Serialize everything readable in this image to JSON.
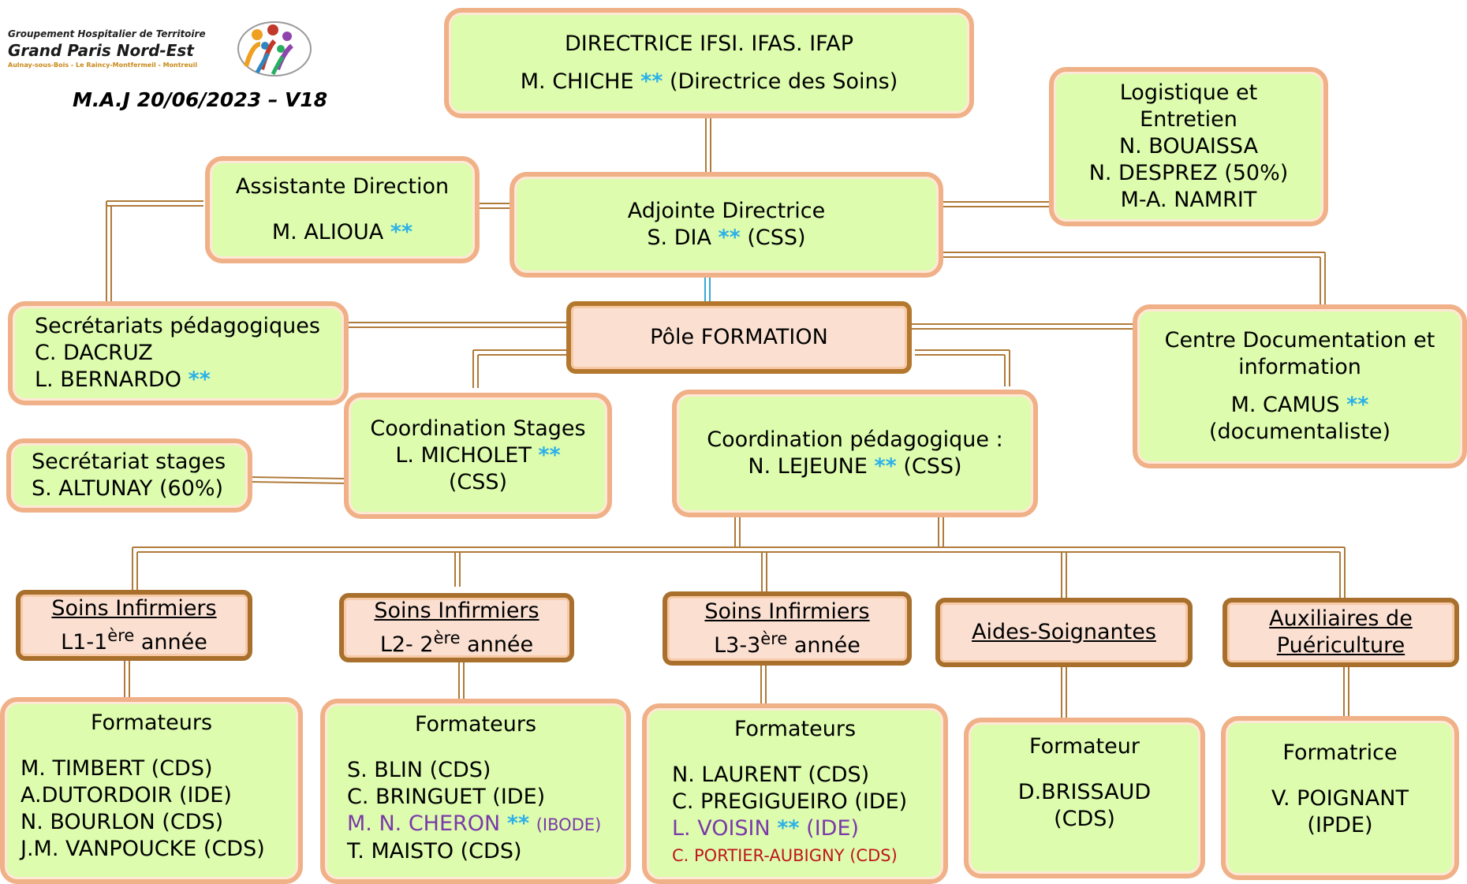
{
  "header": {
    "logo_line1": "Groupement Hospitalier de Territoire",
    "logo_line2": "Grand Paris Nord-Est",
    "logo_line3": "Aulnay-sous-Bois - Le Raincy-Montfermeil - Montreuil",
    "update": "M.A.J 20/06/2023 – V18"
  },
  "directrice": {
    "title": "DIRECTRICE IFSI. IFAS. IFAP",
    "name": "M. CHICHE",
    "stars": "**",
    "role": "(Directrice des Soins)"
  },
  "logistique": {
    "title1": "Logistique et",
    "title2": "Entretien",
    "names": [
      "N. BOUAISSA",
      "N. DESPREZ (50%)",
      "M-A. NAMRIT"
    ]
  },
  "assistante": {
    "title": "Assistante Direction",
    "name": "M. ALIOUA",
    "stars": "**"
  },
  "adjointe": {
    "title": "Adjointe Directrice",
    "name": "S. DIA",
    "stars": "**",
    "role": "(CSS)"
  },
  "secretariats": {
    "title": "Secrétariats pédagogiques",
    "name1": "C. DACRUZ",
    "name2": "L. BERNARDO",
    "stars": "**"
  },
  "pole": {
    "title": "Pôle FORMATION"
  },
  "documentation": {
    "title1": "Centre Documentation et",
    "title2": "information",
    "name": "M. CAMUS",
    "stars": "**",
    "role": "(documentaliste)"
  },
  "secretariat_stages": {
    "title": "Secrétariat stages",
    "name": "S. ALTUNAY (60%)"
  },
  "coord_stages": {
    "title": "Coordination Stages",
    "name": "L. MICHOLET",
    "stars": "**",
    "role": "(CSS)"
  },
  "coord_peda": {
    "title": "Coordination pédagogique :",
    "name": "N. LEJEUNE",
    "stars": "**",
    "role": "(CSS)"
  },
  "levels": [
    {
      "line1": "Soins Infirmiers",
      "prefix": "L1-1",
      "sup": "ère",
      "suffix": " année"
    },
    {
      "line1": "Soins Infirmiers",
      "prefix": "L2- 2",
      "sup": "ère",
      "suffix": " année"
    },
    {
      "line1": "Soins Infirmiers",
      "prefix": "L3-3",
      "sup": "ère",
      "suffix": " année"
    },
    {
      "line1": "Aides-Soignantes"
    },
    {
      "line1": "Auxiliaires de",
      "line2": "Puériculture"
    }
  ],
  "trainers": {
    "l1": {
      "title": "Formateurs",
      "names": [
        "M. TIMBERT (CDS)",
        "A.DUTORDOIR (IDE)",
        "N. BOURLON (CDS)",
        "J.M. VANPOUCKE (CDS)"
      ]
    },
    "l2": {
      "title": "Formateurs",
      "names": [
        "S. BLIN (CDS)",
        "C. BRINGUET (IDE)"
      ],
      "cheron": "M. N. CHERON",
      "cheron_stars": "**",
      "cheron_role": "(IBODE)",
      "last": "T. MAISTO (CDS)"
    },
    "l3": {
      "title": "Formateurs",
      "names": [
        "N. LAURENT (CDS)",
        "C. PREGIGUEIRO (IDE)"
      ],
      "voisin": "L. VOISIN",
      "voisin_stars": "**",
      "voisin_role": "(IDE)",
      "portier": "C. PORTIER-AUBIGNY (CDS)"
    },
    "as": {
      "title": "Formateur",
      "name": "D.BRISSAUD",
      "role": "(CDS)"
    },
    "ap": {
      "title": "Formatrice",
      "name": "V. POIGNANT",
      "role": "(IPDE)"
    }
  },
  "colors": {
    "box_fill": "#ddfcae",
    "box_border": "#f0b088",
    "pole_fill": "#fbe0d2",
    "pole_border": "#b3782d",
    "star": "#2bb0e8",
    "purple": "#7a3aa8",
    "red": "#c0161d",
    "connector": "#b07a3a"
  }
}
